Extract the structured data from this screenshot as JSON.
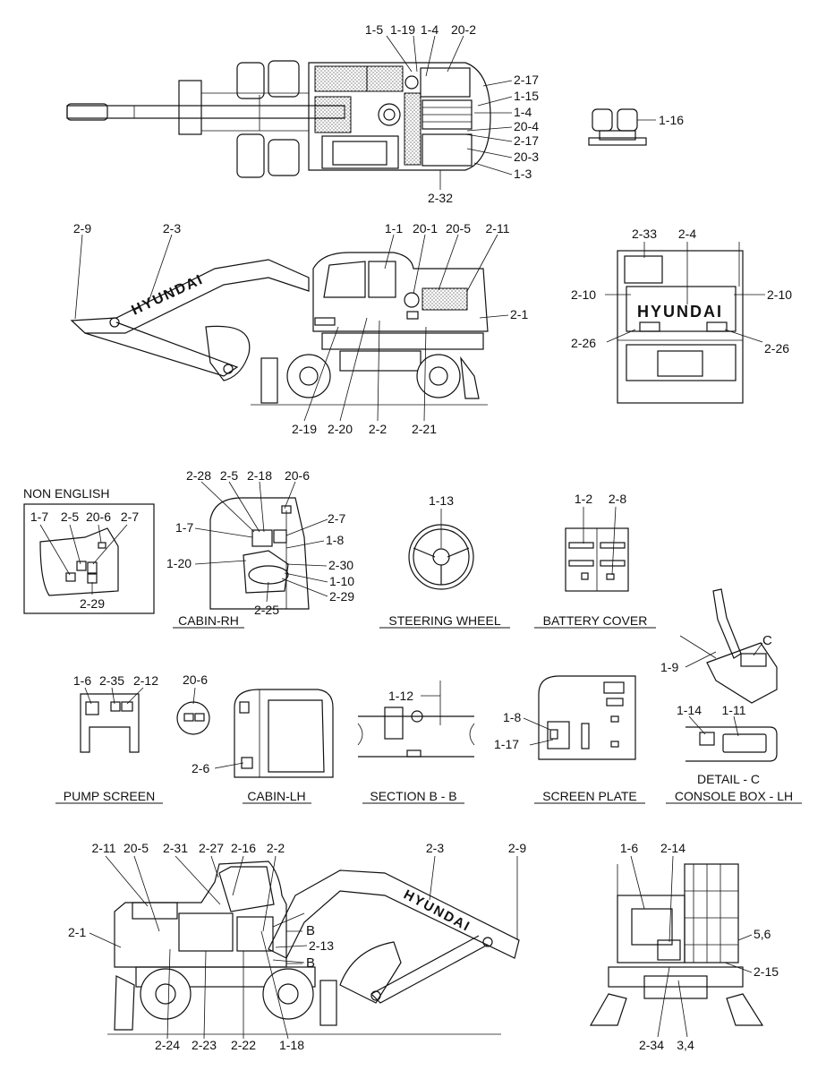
{
  "colors": {
    "ink": "#111111",
    "paper": "#ffffff"
  },
  "captions": {
    "non_english": "NON ENGLISH",
    "cabin_rh": "CABIN-RH",
    "steering_wheel": "STEERING WHEEL",
    "battery_cover": "BATTERY COVER",
    "pump_screen": "PUMP SCREEN",
    "cabin_lh": "CABIN-LH",
    "section_bb": "SECTION B - B",
    "screen_plate": "SCREEN PLATE",
    "detail_c": "DETAIL - C",
    "console_box_lh": "CONSOLE BOX - LH"
  },
  "brand": "HYUNDAI",
  "markers": {
    "c": "C",
    "b": "B"
  },
  "callouts": [
    {
      "id": "t1",
      "text": "1-5"
    },
    {
      "id": "t2",
      "text": "1-19"
    },
    {
      "id": "t3",
      "text": "1-4"
    },
    {
      "id": "t4",
      "text": "20-2"
    },
    {
      "id": "t5",
      "text": "2-17"
    },
    {
      "id": "t6",
      "text": "1-15"
    },
    {
      "id": "t7",
      "text": "1-4"
    },
    {
      "id": "t8",
      "text": "20-4"
    },
    {
      "id": "t9",
      "text": "2-17"
    },
    {
      "id": "t10",
      "text": "20-3"
    },
    {
      "id": "t11",
      "text": "1-3"
    },
    {
      "id": "t12",
      "text": "2-32"
    },
    {
      "id": "t13",
      "text": "1-16"
    },
    {
      "id": "s1",
      "text": "2-9"
    },
    {
      "id": "s2",
      "text": "2-3"
    },
    {
      "id": "s3",
      "text": "1-1"
    },
    {
      "id": "s4",
      "text": "20-1"
    },
    {
      "id": "s5",
      "text": "20-5"
    },
    {
      "id": "s6",
      "text": "2-11"
    },
    {
      "id": "s7",
      "text": "2-1"
    },
    {
      "id": "s8",
      "text": "2-19"
    },
    {
      "id": "s9",
      "text": "2-20"
    },
    {
      "id": "s10",
      "text": "2-2"
    },
    {
      "id": "s11",
      "text": "2-21"
    },
    {
      "id": "r1",
      "text": "2-33"
    },
    {
      "id": "r2",
      "text": "2-4"
    },
    {
      "id": "r3",
      "text": "2-10"
    },
    {
      "id": "r4",
      "text": "2-10"
    },
    {
      "id": "r5",
      "text": "2-26"
    },
    {
      "id": "r6",
      "text": "2-26"
    },
    {
      "id": "n1",
      "text": "1-7"
    },
    {
      "id": "n2",
      "text": "2-5"
    },
    {
      "id": "n3",
      "text": "20-6"
    },
    {
      "id": "n4",
      "text": "2-7"
    },
    {
      "id": "n5",
      "text": "2-29"
    },
    {
      "id": "c1",
      "text": "2-28"
    },
    {
      "id": "c2",
      "text": "2-5"
    },
    {
      "id": "c3",
      "text": "2-18"
    },
    {
      "id": "c4",
      "text": "20-6"
    },
    {
      "id": "c5",
      "text": "2-7"
    },
    {
      "id": "c6",
      "text": "1-7"
    },
    {
      "id": "c7",
      "text": "1-8"
    },
    {
      "id": "c8",
      "text": "1-20"
    },
    {
      "id": "c9",
      "text": "2-30"
    },
    {
      "id": "c10",
      "text": "1-10"
    },
    {
      "id": "c11",
      "text": "2-29"
    },
    {
      "id": "c12",
      "text": "2-25"
    },
    {
      "id": "w1",
      "text": "1-13"
    },
    {
      "id": "b1",
      "text": "1-2"
    },
    {
      "id": "b2",
      "text": "2-8"
    },
    {
      "id": "k1",
      "text": "1-9"
    },
    {
      "id": "p1",
      "text": "1-6"
    },
    {
      "id": "p2",
      "text": "2-35"
    },
    {
      "id": "p3",
      "text": "2-12"
    },
    {
      "id": "l1",
      "text": "20-6"
    },
    {
      "id": "l2",
      "text": "2-6"
    },
    {
      "id": "x1",
      "text": "1-12"
    },
    {
      "id": "sp1",
      "text": "1-8"
    },
    {
      "id": "sp2",
      "text": "1-17"
    },
    {
      "id": "d1",
      "text": "1-14"
    },
    {
      "id": "d2",
      "text": "1-11"
    },
    {
      "id": "v1",
      "text": "2-11"
    },
    {
      "id": "v2",
      "text": "20-5"
    },
    {
      "id": "v3",
      "text": "2-31"
    },
    {
      "id": "v4",
      "text": "2-27"
    },
    {
      "id": "v5",
      "text": "2-16"
    },
    {
      "id": "v6",
      "text": "2-2"
    },
    {
      "id": "v7",
      "text": "2-3"
    },
    {
      "id": "v8",
      "text": "2-9"
    },
    {
      "id": "v9",
      "text": "2-1"
    },
    {
      "id": "v10",
      "text": "2-13"
    },
    {
      "id": "v11",
      "text": "2-24"
    },
    {
      "id": "v12",
      "text": "2-23"
    },
    {
      "id": "v13",
      "text": "2-22"
    },
    {
      "id": "v14",
      "text": "1-18"
    },
    {
      "id": "f1",
      "text": "1-6"
    },
    {
      "id": "f2",
      "text": "2-14"
    },
    {
      "id": "f3",
      "text": "5,6"
    },
    {
      "id": "f4",
      "text": "2-15"
    },
    {
      "id": "f5",
      "text": "2-34"
    },
    {
      "id": "f6",
      "text": "3,4"
    }
  ]
}
